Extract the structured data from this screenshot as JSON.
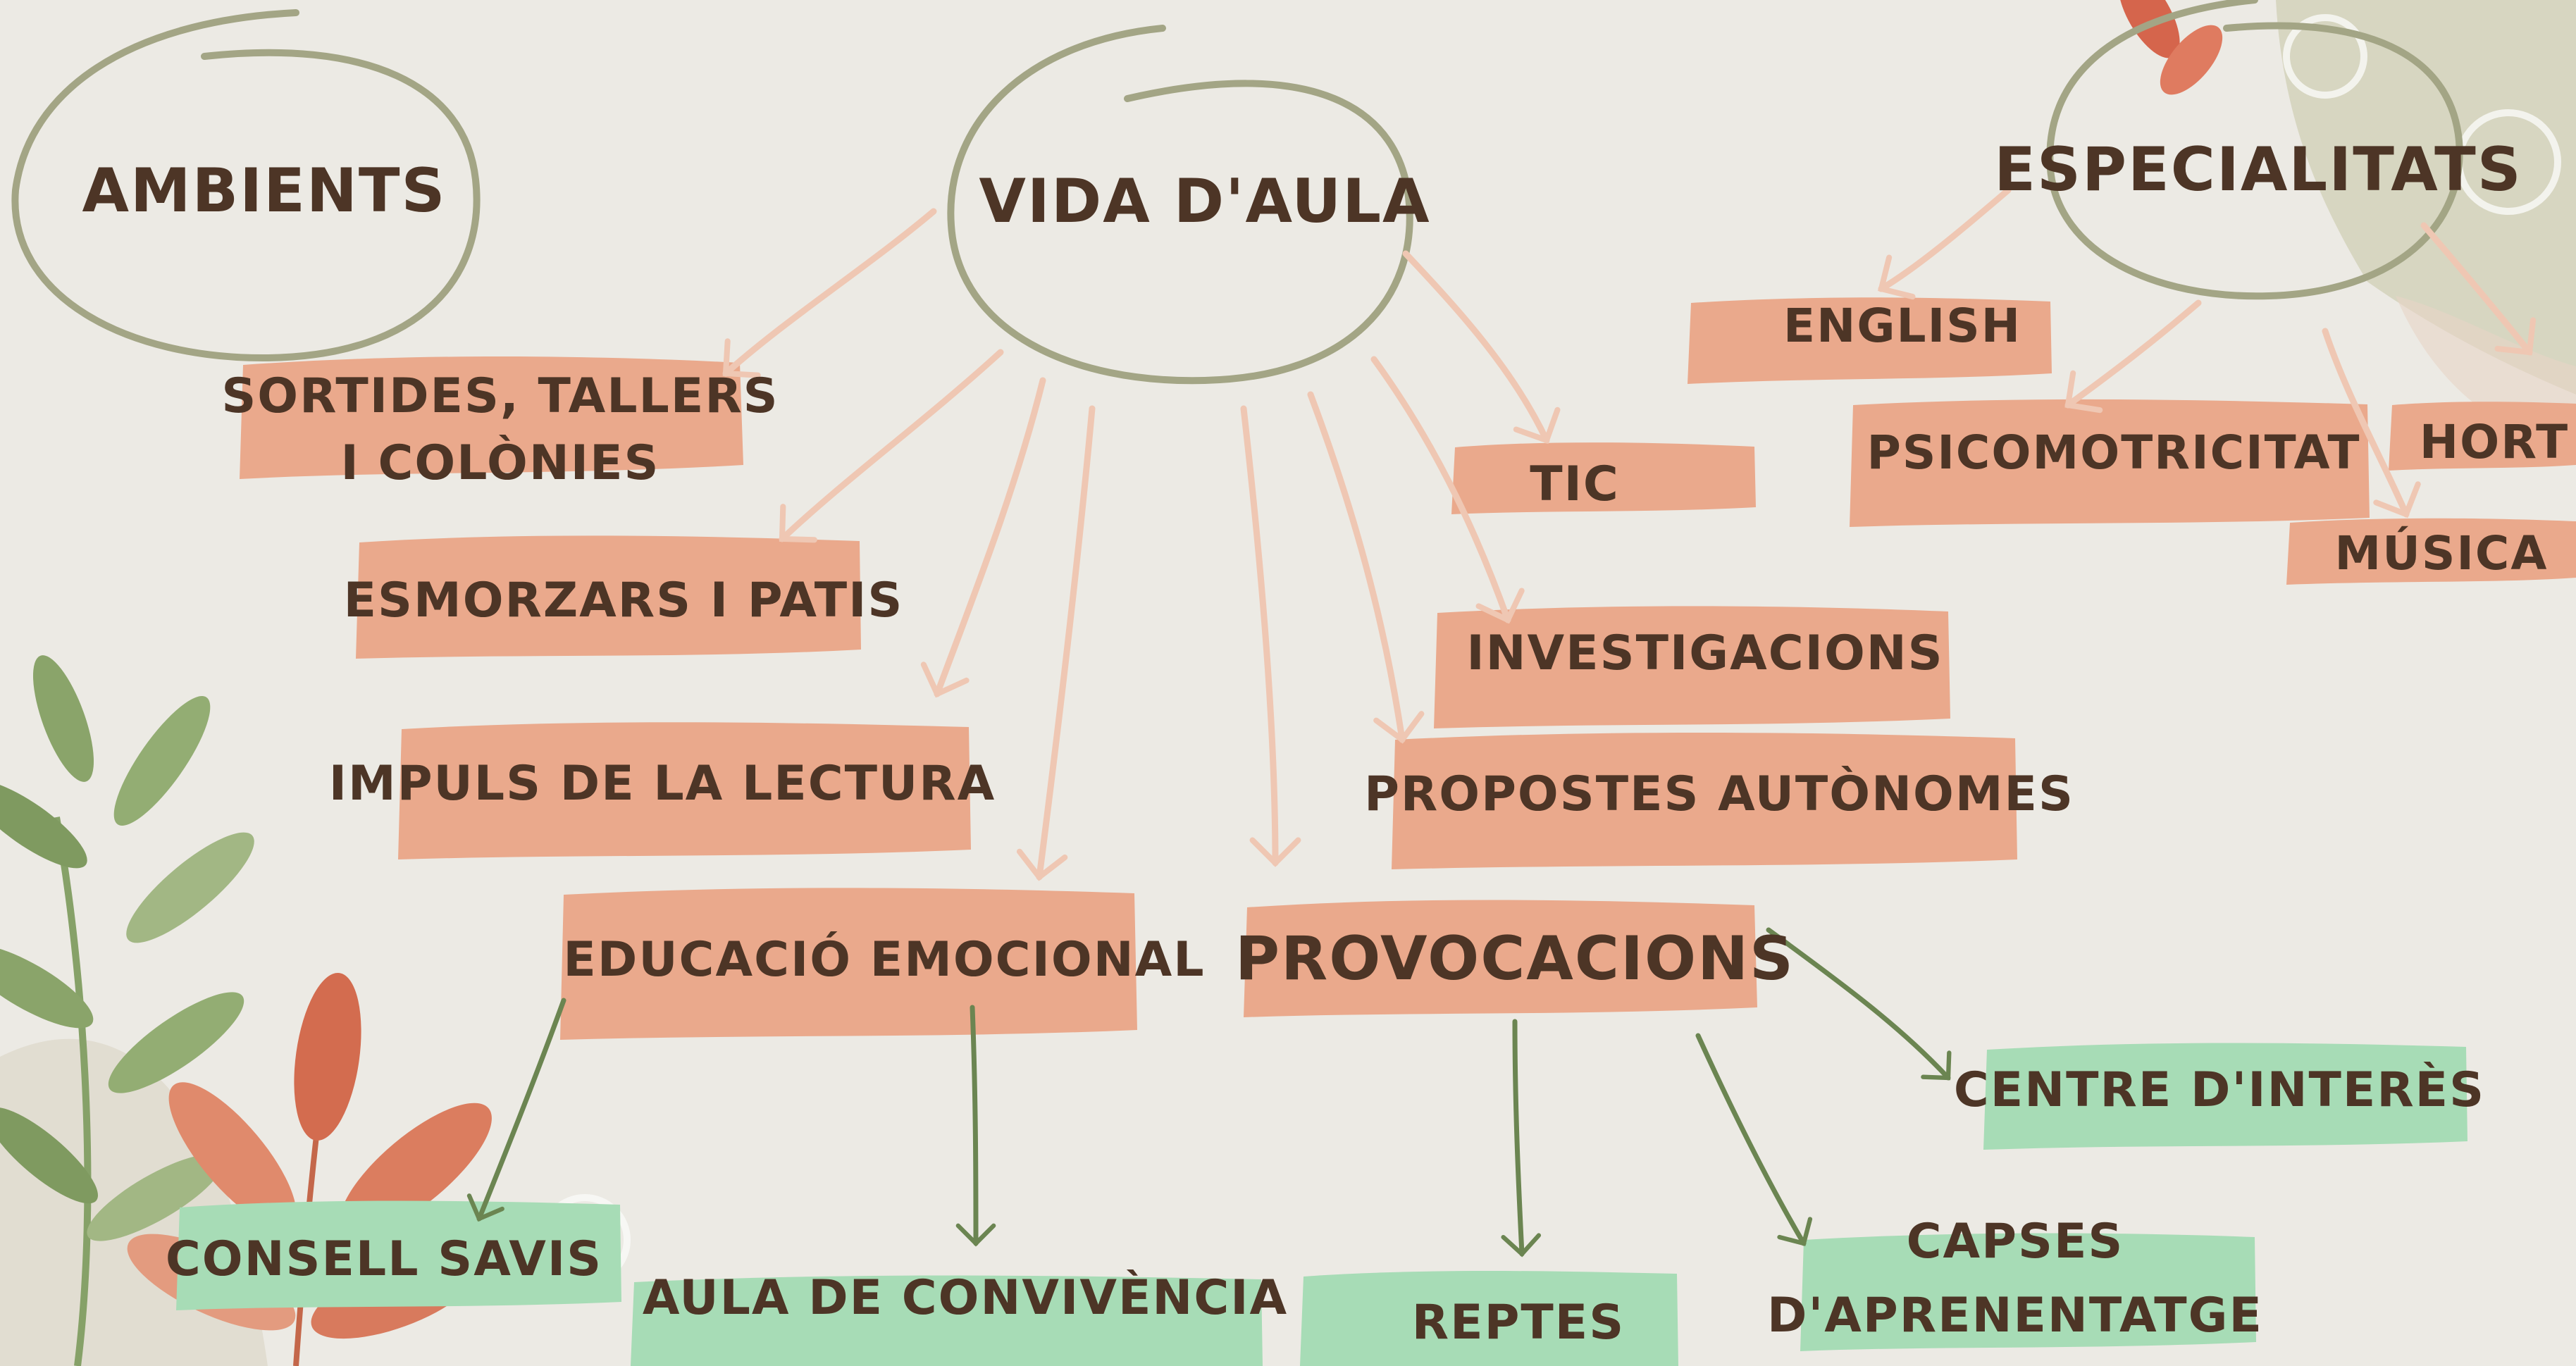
{
  "diagram": {
    "main_nodes": [
      {
        "id": "ambients",
        "label": "AMBIENTS"
      },
      {
        "id": "vida",
        "label": "VIDA D'AULA"
      },
      {
        "id": "especialitats",
        "label": "ESPECIALITATS"
      }
    ],
    "vida_items": [
      {
        "id": "sortides",
        "lines": [
          "SORTIDES, TALLERS",
          "I COLÒNIES"
        ]
      },
      {
        "id": "esmorzars",
        "label": "ESMORZARS I PATIS"
      },
      {
        "id": "impuls",
        "label": "IMPULS DE LA LECTURA"
      },
      {
        "id": "educacio",
        "label": "EDUCACIÓ EMOCIONAL"
      },
      {
        "id": "provocacions",
        "label": "PROVOCACIONS"
      },
      {
        "id": "tic",
        "label": "TIC"
      },
      {
        "id": "investigacions",
        "label": "INVESTIGACIONS"
      },
      {
        "id": "propostes",
        "label": "PROPOSTES AUTÒNOMES"
      }
    ],
    "especialitats_items": [
      {
        "id": "english",
        "label": "ENGLISH"
      },
      {
        "id": "psicomotricitat",
        "label": "PSICOMOTRICITAT"
      },
      {
        "id": "hort",
        "label": "HORT"
      },
      {
        "id": "musica",
        "label": "MÚSICA"
      }
    ],
    "leaf_items": [
      {
        "id": "consell",
        "label": "CONSELL SAVIS"
      },
      {
        "id": "convivencia",
        "label": "AULA DE CONVIVÈNCIA"
      },
      {
        "id": "reptes",
        "label": "REPTES"
      },
      {
        "id": "capses",
        "lines": [
          "CAPSES",
          "D'APRENENTATGE"
        ]
      },
      {
        "id": "centre",
        "label": "CENTRE D'INTERÈS"
      }
    ],
    "colors": {
      "background": "#eceae4",
      "orange_brush": "#eaa98c",
      "green_brush": "#a7dcb6",
      "circle_stroke": "#a3a585",
      "pale_arrow": "#efc7b3",
      "green_arrow": "#6b8551",
      "text": "#4d3526"
    }
  }
}
